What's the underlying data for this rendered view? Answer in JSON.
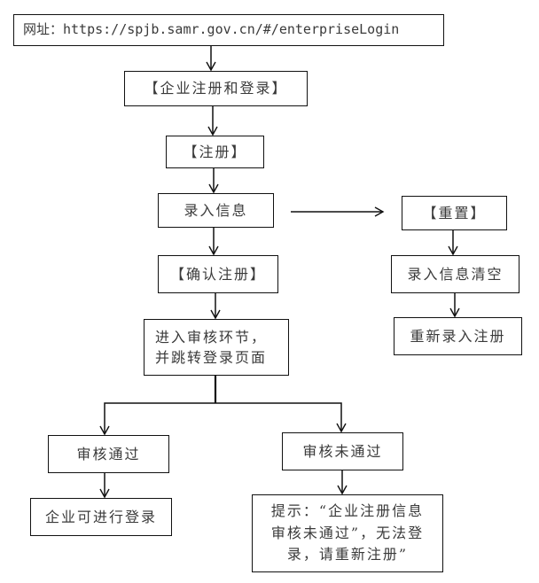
{
  "diagram": {
    "type": "flowchart",
    "nodes": {
      "url": "网址：https://spjb.samr.gov.cn/#/enterpriseLogin",
      "register_login": "【企业注册和登录】",
      "register": "【注册】",
      "enter_info": "录入信息",
      "reset": "【重置】",
      "confirm_register": "【确认注册】",
      "clear_info": "录入信息清空",
      "review": "进入审核环节，\n并跳转登录页面",
      "reenter": "重新录入注册",
      "review_passed": "审核通过",
      "review_failed": "审核未通过",
      "can_login": "企业可进行登录",
      "hint": "提示：“企业注册信息\n审核未通过”，无法登\n录，请重新注册”"
    },
    "edges": [
      [
        "url",
        "register_login"
      ],
      [
        "register_login",
        "register"
      ],
      [
        "register",
        "enter_info"
      ],
      [
        "enter_info",
        "reset"
      ],
      [
        "enter_info",
        "confirm_register"
      ],
      [
        "reset",
        "clear_info"
      ],
      [
        "clear_info",
        "reenter"
      ],
      [
        "confirm_register",
        "review"
      ],
      [
        "review",
        "review_passed"
      ],
      [
        "review",
        "review_failed"
      ],
      [
        "review_passed",
        "can_login"
      ],
      [
        "review_failed",
        "hint"
      ]
    ],
    "colors": {
      "line": "#111111",
      "text": "#3a3a3a",
      "background": "#ffffff"
    }
  }
}
